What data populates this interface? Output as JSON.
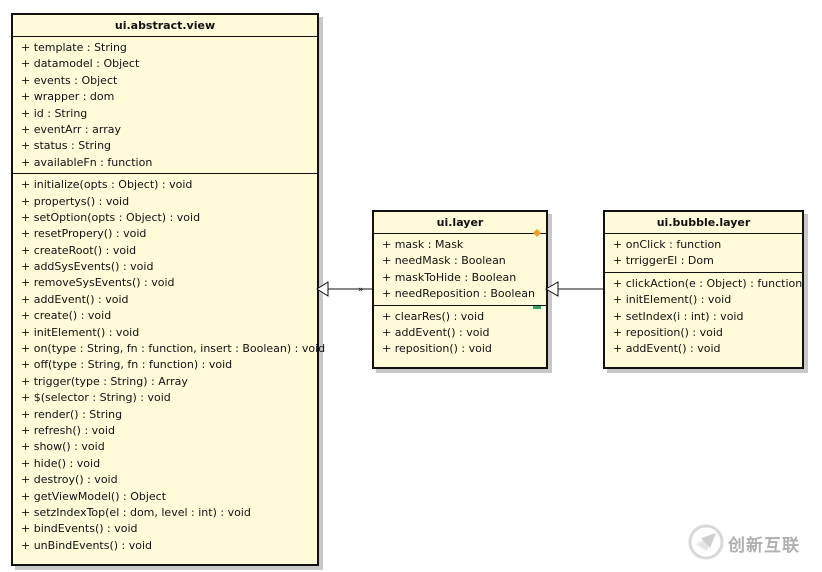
{
  "classes": {
    "view": {
      "name": "ui.abstract.view",
      "attributes": [
        "+ template : String",
        "+ datamodel : Object",
        "+ events : Object",
        "+ wrapper : dom",
        "+ id : String",
        "+ eventArr : array",
        "+ status : String",
        "+ availableFn : function"
      ],
      "methods": [
        "+ initialize(opts : Object) : void",
        "+ propertys() : void",
        "+ setOption(opts : Object) : void",
        "+ resetPropery() : void",
        "+ createRoot() : void",
        "+ addSysEvents() : void",
        "+ removeSysEvents() : void",
        "+ addEvent() : void",
        "+ create() : void",
        "+ initElement() : void",
        "+ on(type : String, fn : function, insert : Boolean) : void",
        "+ off(type : String, fn : function) : void",
        "+ trigger(type : String) : Array",
        "+ $(selector : String) : void",
        "+ render() : String",
        "+ refresh() : void",
        "+ show() : void",
        "+ hide() : void",
        "+ destroy() : void",
        "+ getViewModel() : Object",
        "+ setzIndexTop(el : dom, level : int) : void",
        "+ bindEvents() : void",
        "+ unBindEvents() : void"
      ]
    },
    "layer": {
      "name": "ui.layer",
      "attributes": [
        "+ mask : Mask",
        "+ needMask : Boolean",
        "+ maskToHide : Boolean",
        "+ needReposition : Boolean"
      ],
      "methods": [
        "+ clearRes() : void",
        "+ addEvent() : void",
        "+ reposition() : void"
      ]
    },
    "bubble": {
      "name": "ui.bubble.layer",
      "attributes": [
        "+ onClick : function",
        "+ trriggerEl : Dom"
      ],
      "methods": [
        "+ clickAction(e : Object) : function",
        "+ initElement() : void",
        "+ setIndex(i : int) : void",
        "+ reposition() : void",
        "+ addEvent() : void"
      ]
    }
  },
  "watermark": {
    "logo": "创新互联",
    "icon": "brand-logo-icon"
  },
  "colors": {
    "class_fill": "#fffbd9",
    "border": "#111111",
    "shadow": "#c8c8c8",
    "marker_orange": "#f0a020",
    "marker_green": "#2aa860"
  }
}
